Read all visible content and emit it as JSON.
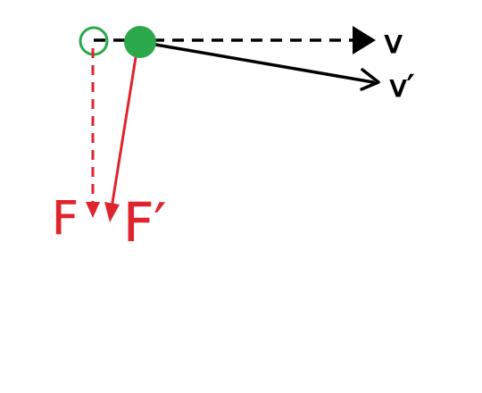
{
  "diagram": {
    "labels": {
      "v": "v",
      "v_prime": "v′",
      "f": "F",
      "f_prime": "F′"
    },
    "colors": {
      "green": "#2aa84a",
      "red": "#e0242e",
      "black": "#000000",
      "background": "#ffffff"
    },
    "elements": [
      {
        "name": "hollow-green-circle",
        "role": "original position"
      },
      {
        "name": "filled-green-circle",
        "role": "new position"
      },
      {
        "name": "dashed-black-arrow",
        "role": "velocity v"
      },
      {
        "name": "solid-black-arrow",
        "role": "velocity v′"
      },
      {
        "name": "dashed-red-arrow",
        "role": "force F"
      },
      {
        "name": "solid-red-arrow",
        "role": "force F′"
      }
    ]
  }
}
